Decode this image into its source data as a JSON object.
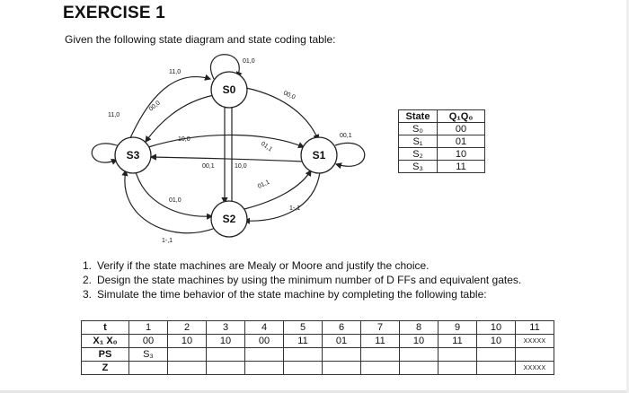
{
  "title": "EXERCISE 1",
  "intro": "Given the following state diagram and state coding table:",
  "diagram": {
    "states": {
      "s0": "S0",
      "s1": "S1",
      "s2": "S2",
      "s3": "S3"
    },
    "labels": {
      "s0_self": "01,0",
      "s3_to_s0": "11,0",
      "s0_to_s3": "00,0",
      "s0_to_s1": "00,0",
      "s3_self": "11,0",
      "s3_to_s1": "10,0",
      "s1_to_s3": "01,1",
      "s1_self": "00,1",
      "s0_to_s2": "00,1",
      "s2_to_s0": "10,0",
      "s2_to_s1": "01,1",
      "s1_to_s2": "1-,1",
      "s3_to_s2": "01,0",
      "s2_to_s3": "1-,1"
    }
  },
  "state_table": {
    "headers": [
      "State",
      "Q₁Q₀"
    ],
    "rows": [
      [
        "S₀",
        "00"
      ],
      [
        "S₁",
        "01"
      ],
      [
        "S₂",
        "10"
      ],
      [
        "S₃",
        "11"
      ]
    ]
  },
  "tasks": [
    {
      "num": "1.",
      "text": "Verify if the state machines are Mealy or Moore and justify the choice."
    },
    {
      "num": "2.",
      "text": "Design the state machines by using the minimum number of D FFs and equivalent gates."
    },
    {
      "num": "3.",
      "text": "Simulate the time behavior of the state machine by completing the following table:"
    }
  ],
  "timing_table": {
    "rows": [
      {
        "label": "t",
        "cells": [
          "1",
          "2",
          "3",
          "4",
          "5",
          "6",
          "7",
          "8",
          "9",
          "10",
          "11"
        ]
      },
      {
        "label": "X₁ X₀",
        "cells": [
          "00",
          "10",
          "10",
          "00",
          "11",
          "01",
          "11",
          "10",
          "11",
          "10",
          "XXXXX"
        ]
      },
      {
        "label": "PS",
        "cells": [
          "S₃",
          "",
          "",
          "",
          "",
          "",
          "",
          "",
          "",
          "",
          ""
        ]
      },
      {
        "label": "Z",
        "cells": [
          "",
          "",
          "",
          "",
          "",
          "",
          "",
          "",
          "",
          "",
          "XXXXX"
        ]
      }
    ]
  }
}
